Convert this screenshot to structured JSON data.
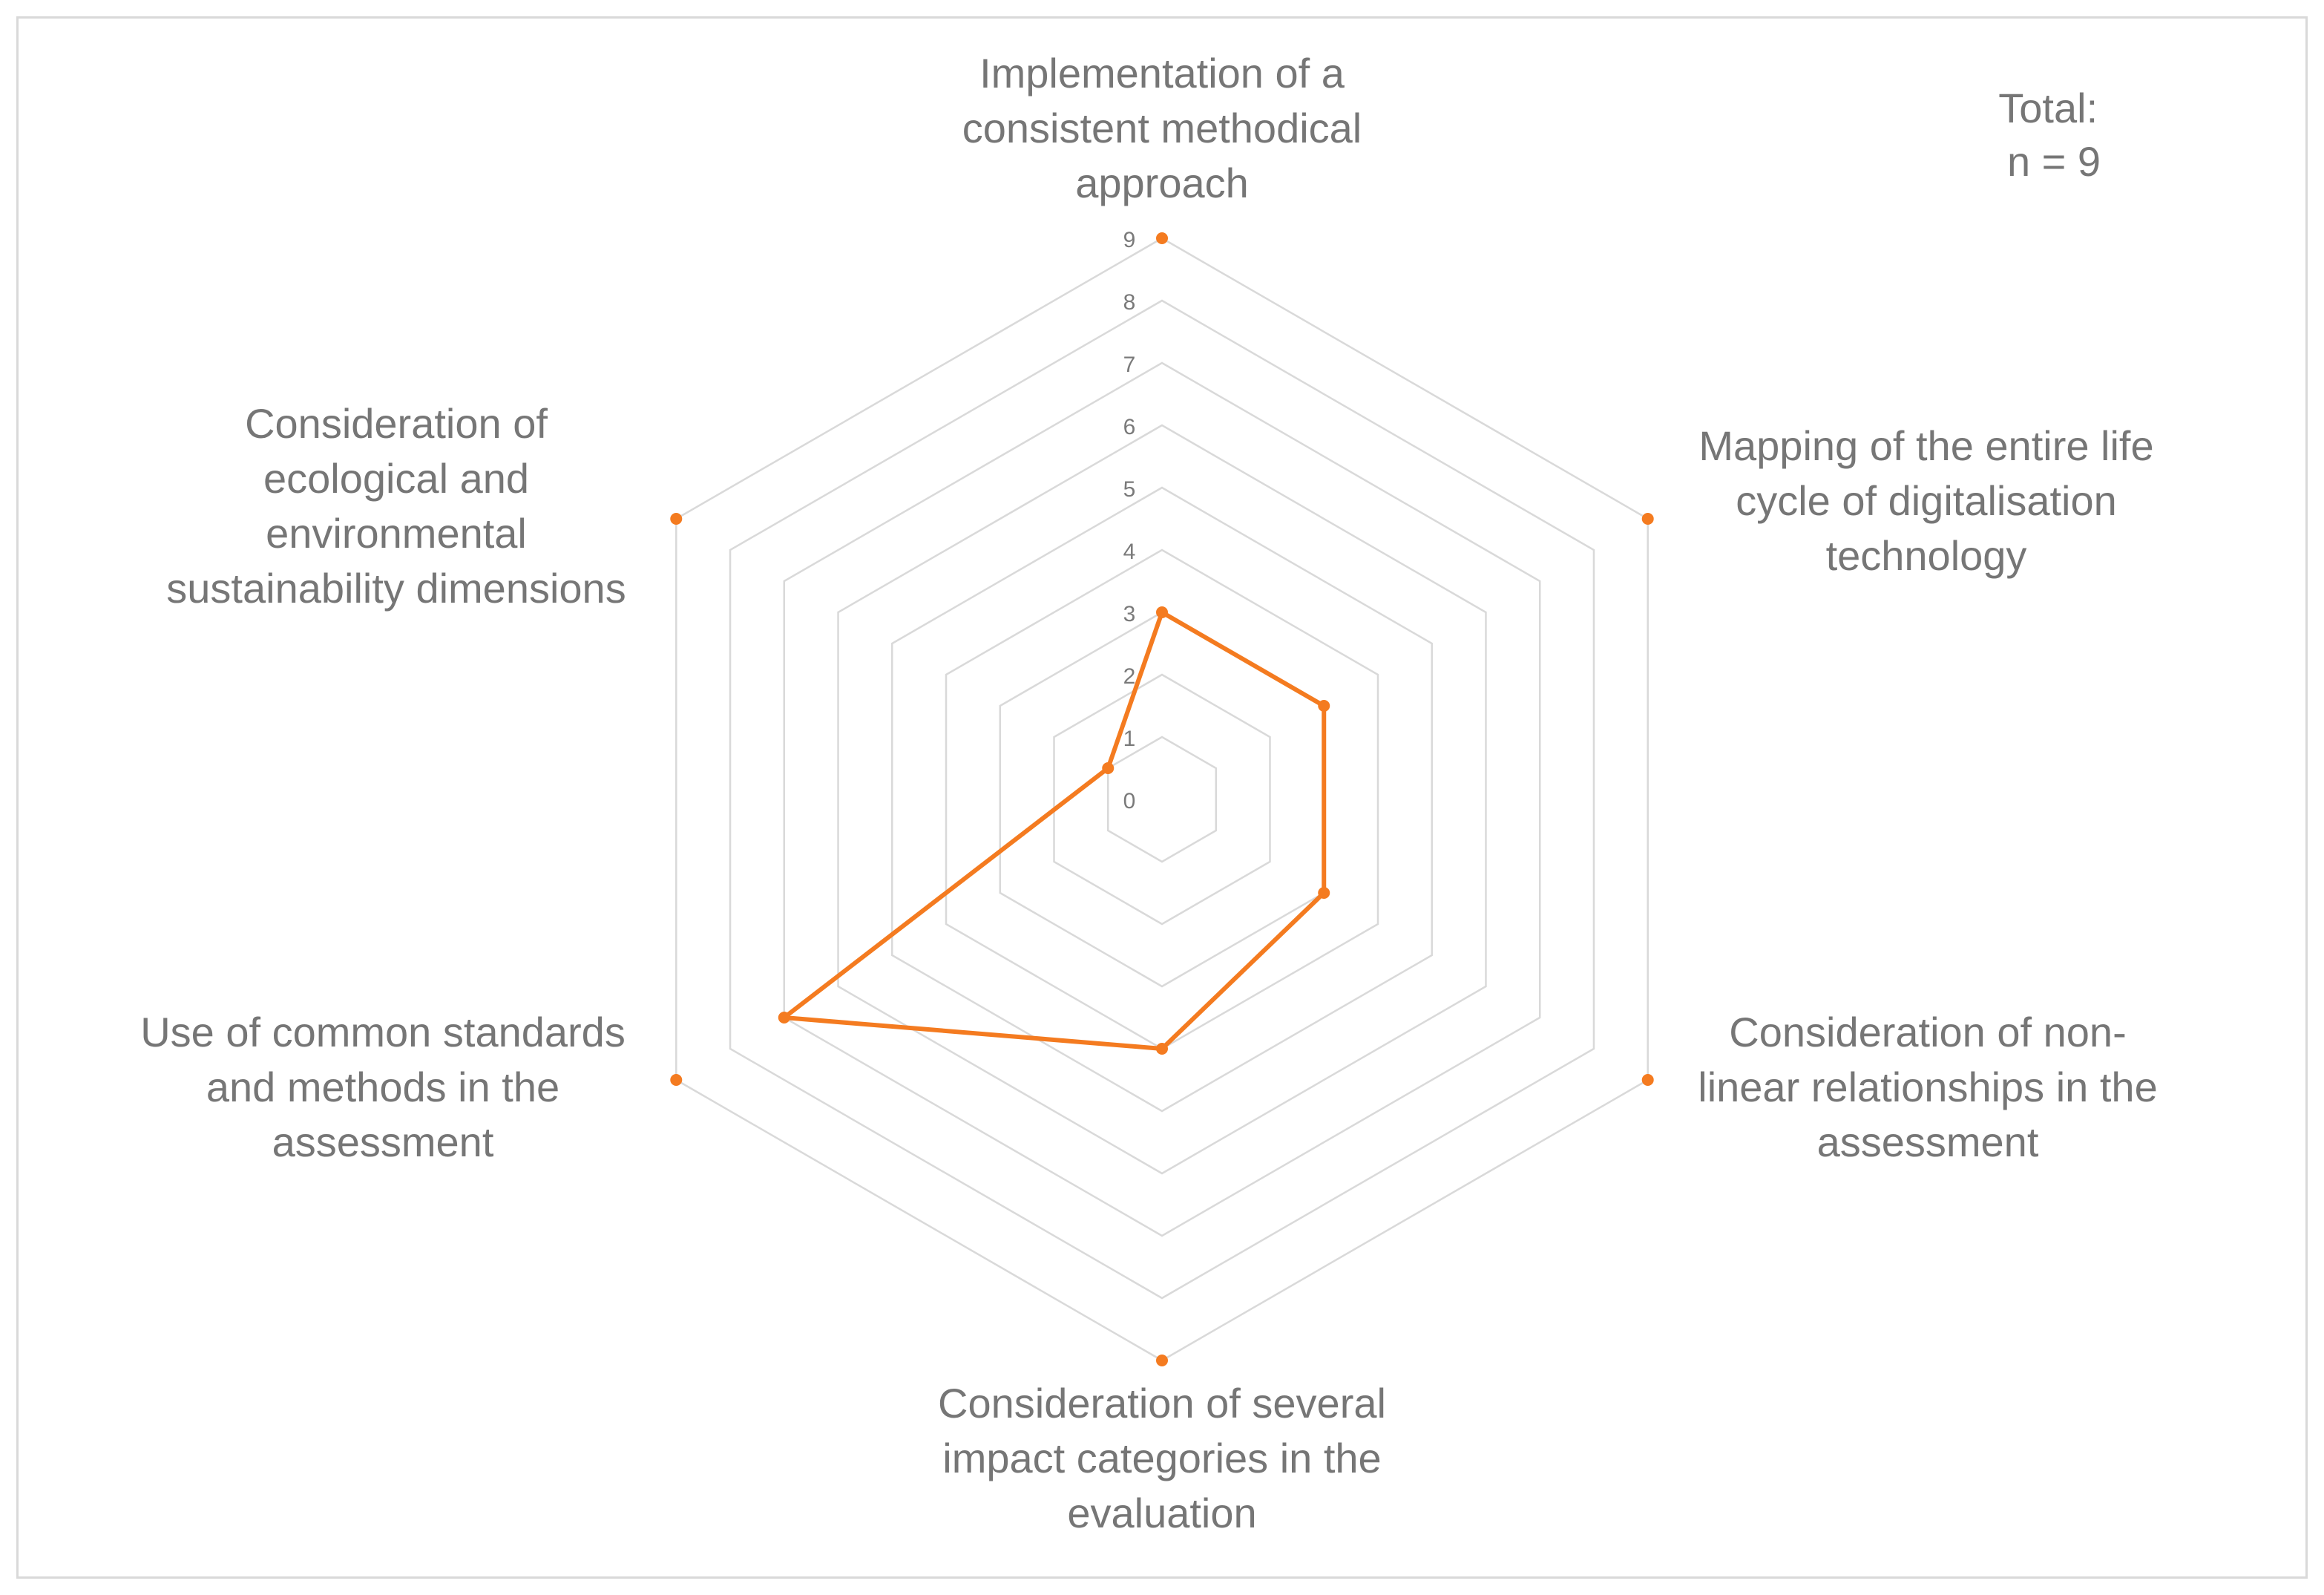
{
  "chart_data": {
    "type": "radar",
    "categories": [
      "Implementation of a consistent methodical approach",
      "Mapping of the entire life cycle of digitalisation technology",
      "Consideration of non-linear relationships in the assessment",
      "Consideration of several impact categories in the evaluation",
      "Use of common standards and methods in the assessment",
      "Consideration of ecological and environmental sustainability dimensions"
    ],
    "category_lines": [
      [
        "Implementation of a",
        "consistent methodical",
        "approach"
      ],
      [
        "Mapping of the entire life",
        "cycle of digitalisation",
        "technology"
      ],
      [
        "Consideration of non-",
        "linear relationships in the",
        "assessment"
      ],
      [
        "Consideration of several",
        "impact categories in the",
        "evaluation"
      ],
      [
        "Use of common standards",
        "and methods in the",
        "assessment"
      ],
      [
        "Consideration of",
        "ecological and",
        "environmental",
        "sustainability dimensions"
      ]
    ],
    "series": [
      {
        "values": [
          3,
          3,
          3,
          4,
          7,
          1
        ]
      }
    ],
    "ticks": [
      "0",
      "1",
      "2",
      "3",
      "4",
      "5",
      "6",
      "7",
      "8",
      "9"
    ],
    "rlim": [
      0,
      9
    ],
    "grid": true,
    "annotation": [
      "Total:",
      "n = 9"
    ],
    "colors": {
      "series": "#f47b20",
      "grid": "#d9d9d9",
      "text": "#767676"
    }
  }
}
